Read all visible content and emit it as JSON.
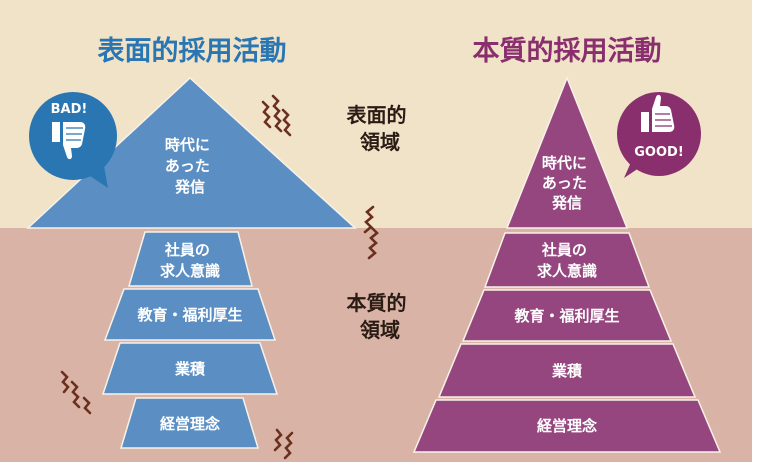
{
  "colors": {
    "band_top": "#F1E3C8",
    "band_bottom": "#D9B4A6",
    "left_fill": "#5B8FC4",
    "left_title": "#2A76B3",
    "right_fill": "#96467F",
    "right_title": "#8A2F6E",
    "center_text": "#2A1B14",
    "squiggle": "#6A2F1F"
  },
  "left": {
    "title": "表面的採用活動",
    "badge": {
      "label": "BAD!",
      "icon": "thumbs-down-icon"
    },
    "top": {
      "line1": "時代に",
      "line2": "あった",
      "line3": "発信"
    },
    "tier1": {
      "line1": "社員の",
      "line2": "求人意識"
    },
    "tier2": "教育・福利厚生",
    "tier3": "業積",
    "tier4": "経営理念"
  },
  "right": {
    "title": "本質的採用活動",
    "badge": {
      "label": "GOOD!",
      "icon": "thumbs-up-icon"
    },
    "top": {
      "line1": "時代に",
      "line2": "あった",
      "line3": "発信"
    },
    "tier1": {
      "line1": "社員の",
      "line2": "求人意識"
    },
    "tier2": "教育・福利厚生",
    "tier3": "業積",
    "tier4": "経営理念"
  },
  "center": {
    "surface": {
      "line1": "表面的",
      "line2": "領域"
    },
    "essence": {
      "line1": "本質的",
      "line2": "領域"
    }
  }
}
